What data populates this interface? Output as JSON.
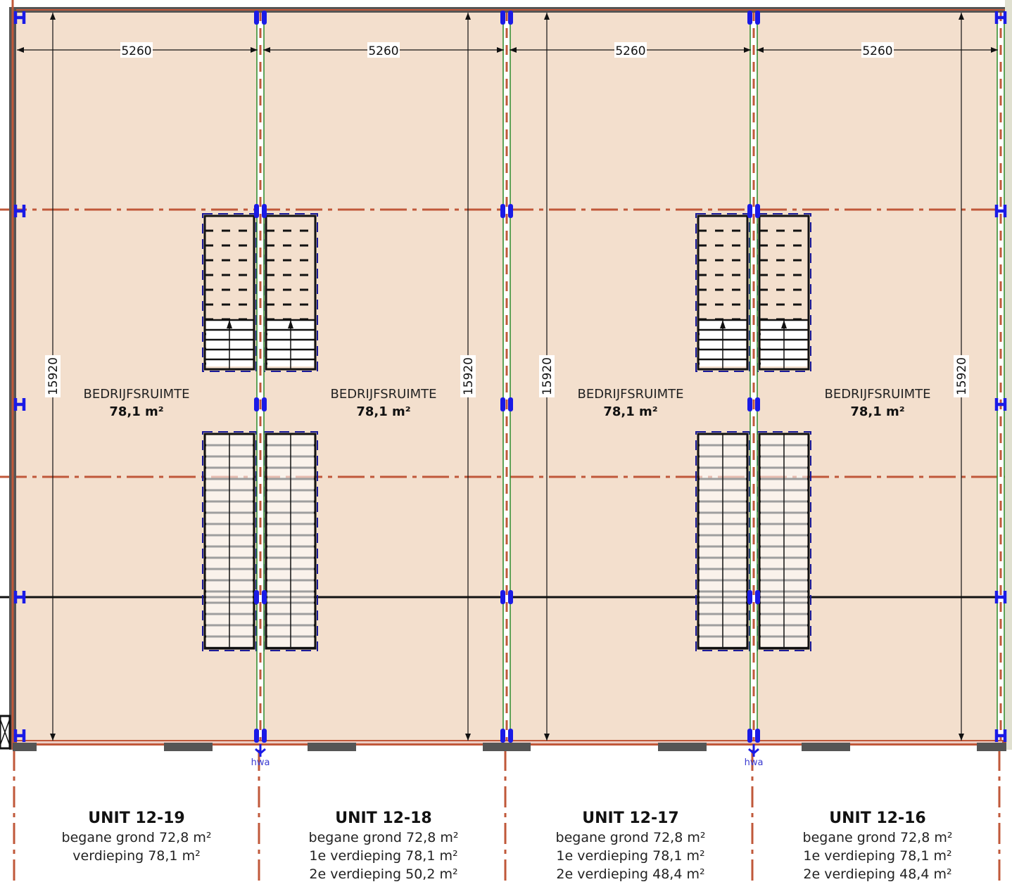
{
  "plan": {
    "colors": {
      "floor": "#f3dfcd",
      "wall": "#555555",
      "gridline": "#c0583a",
      "column": "#1a1ae6",
      "partition": "#2a8a2a"
    },
    "dimensions": {
      "unit_width": [
        "5260",
        "5260",
        "5260",
        "5260"
      ],
      "depth": [
        "15920",
        "15920",
        "15920",
        "15920"
      ]
    },
    "rooms": [
      {
        "name": "BEDRIJFSRUIMTE",
        "area": "78,1 m²"
      },
      {
        "name": "BEDRIJFSRUIMTE",
        "area": "78,1 m²"
      },
      {
        "name": "BEDRIJFSRUIMTE",
        "area": "78,1 m²"
      },
      {
        "name": "BEDRIJFSRUIMTE",
        "area": "78,1 m²"
      }
    ],
    "hwa_labels": [
      "hwa",
      "hwa"
    ]
  },
  "units": [
    {
      "title": "UNIT 12-19",
      "lines": [
        "begane grond 72,8 m²",
        "verdieping 78,1 m²"
      ]
    },
    {
      "title": "UNIT 12-18",
      "lines": [
        "begane grond 72,8 m²",
        "1e verdieping 78,1 m²",
        "2e verdieping 50,2 m²"
      ]
    },
    {
      "title": "UNIT 12-17",
      "lines": [
        "begane grond 72,8 m²",
        "1e verdieping 78,1 m²",
        "2e verdieping 48,4 m²"
      ]
    },
    {
      "title": "UNIT 12-16",
      "lines": [
        "begane grond 72,8 m²",
        "1e verdieping 78,1 m²",
        "2e verdieping 48,4 m²"
      ]
    }
  ]
}
